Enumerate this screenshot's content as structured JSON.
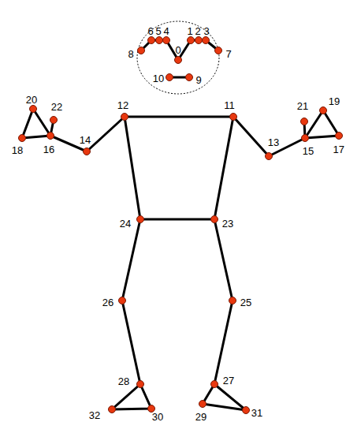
{
  "diagram": {
    "labels": [
      "0",
      "1",
      "2",
      "3",
      "4",
      "5",
      "6",
      "7",
      "8",
      "9",
      "10",
      "11",
      "12",
      "13",
      "14",
      "15",
      "16",
      "17",
      "18",
      "19",
      "20",
      "21",
      "22",
      "23",
      "24",
      "25",
      "26",
      "27",
      "28",
      "29",
      "30",
      "31",
      "32"
    ]
  }
}
